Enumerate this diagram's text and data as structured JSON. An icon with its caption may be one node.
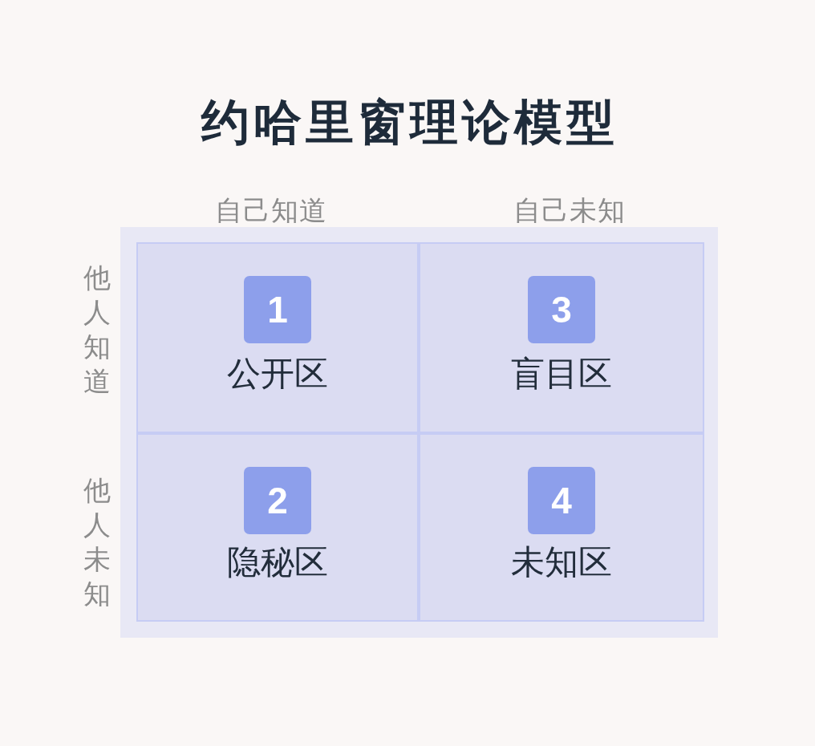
{
  "diagram": {
    "title": "约哈里窗理论模型",
    "nodes": [
      {
        "text": [
          "公开区"
        ]
      },
      {
        "text": [
          "1"
        ],
        "in": 0
      },
      {
        "text": [
          "盲目区"
        ]
      },
      {
        "text": [
          "3"
        ],
        "in": 2
      },
      {
        "text": [
          "隐秘区"
        ]
      },
      {
        "text": [
          "2"
        ],
        "in": 4
      },
      {
        "text": [
          "未知区"
        ]
      },
      {
        "text": [
          "4"
        ],
        "in": 6
      }
    ],
    "edges": [],
    "labels": [
      "自己知道",
      "自己未知",
      "他人知道",
      "他人未知"
    ]
  }
}
